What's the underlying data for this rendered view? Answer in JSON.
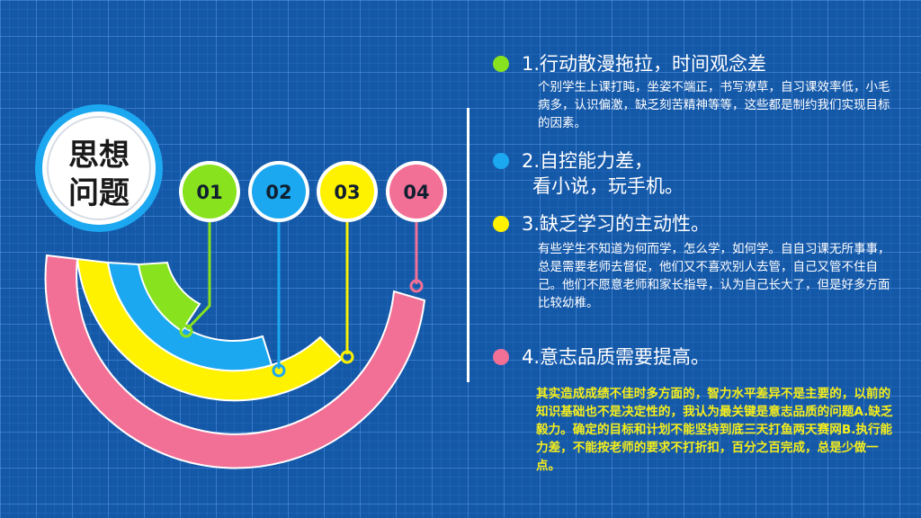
{
  "badge": {
    "line1": "思想",
    "line2": "问题"
  },
  "numbers": [
    {
      "label": "01",
      "color": "#88e21e"
    },
    {
      "label": "02",
      "color": "#1ca8f0"
    },
    {
      "label": "03",
      "color": "#fff200"
    },
    {
      "label": "04",
      "color": "#f27096"
    }
  ],
  "items": [
    {
      "title": "1.行动散漫拖拉，时间观念差",
      "body": "个别学生上课打盹，坐姿不端正，书写潦草，自习课效率低，小毛病多，认识偏激，缺乏刻苦精神等等，这些都是制约我们实现目标的因素。",
      "color": "#88e21e"
    },
    {
      "title": "2.自控能力差，",
      "title2": "看小说，玩手机。",
      "color": "#1ca8f0"
    },
    {
      "title": "3.缺乏学习的主动性。",
      "body": "有些学生不知道为何而学，怎么学，如何学。自自习课无所事事，总是需要老师去督促，他们又不喜欢别人去管，自己又管不住自己。他们不愿意老师和家长指导，认为自己长大了，但是好多方面比较幼稚。",
      "color": "#fff200"
    },
    {
      "title": "4.意志品质需要提高。",
      "color": "#f27096"
    }
  ],
  "summary": "其实造成成绩不佳时多方面的，智力水平差异不是主要的，以前的知识基础也不是决定性的，我认为最关键是意志品质的问题A.缺乏毅力。确定的目标和计划不能坚持到底三天打鱼两天赛网B.执行能力差，不能按老师的要求不打折扣，百分之百完成，总是少做一点。"
}
